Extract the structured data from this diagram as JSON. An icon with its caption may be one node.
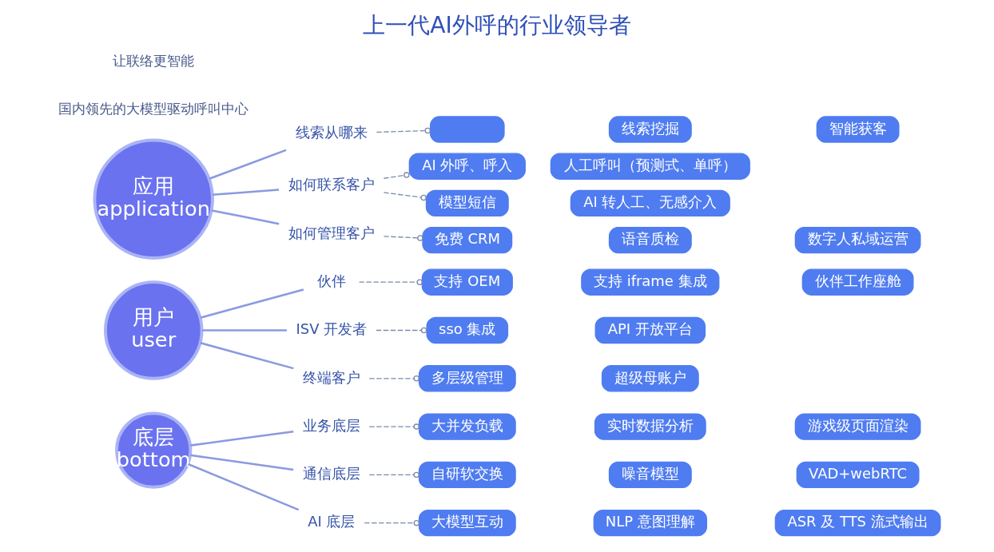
{
  "diagram": {
    "title": "上一代AI外呼的行业领导者",
    "nodes": [
      {
        "text": [
          "应用",
          "application"
        ]
      },
      {
        "text": [
          "线索从哪来"
        ]
      },
      {
        "text": [],
        "shape": "box"
      },
      {
        "text": [
          "线索挖掘"
        ]
      },
      {
        "text": [
          "智能获客"
        ]
      },
      {
        "text": [
          "如何联系客户"
        ]
      },
      {
        "text": [
          "AI 外呼、呼入"
        ]
      },
      {
        "text": [
          "人工呼叫（预测式、单呼）"
        ]
      },
      {
        "text": [
          "模型短信"
        ]
      },
      {
        "text": [
          "AI 转人工、无感介入"
        ]
      },
      {
        "text": [
          "如何管理客户"
        ]
      },
      {
        "text": [
          "免费 CRM"
        ]
      },
      {
        "text": [
          "语音质检"
        ]
      },
      {
        "text": [
          "数字人私域运营"
        ]
      },
      {
        "text": [
          "用户",
          "user"
        ]
      },
      {
        "text": [
          "伙伴"
        ]
      },
      {
        "text": [
          "支持 OEM"
        ]
      },
      {
        "text": [
          "支持 iframe 集成"
        ]
      },
      {
        "text": [
          "伙伴工作座舱"
        ]
      },
      {
        "text": [
          "ISV 开发者"
        ]
      },
      {
        "text": [
          "sso 集成"
        ]
      },
      {
        "text": [
          "API 开放平台"
        ]
      },
      {
        "text": [
          "终端客户"
        ]
      },
      {
        "text": [
          "多层级管理"
        ]
      },
      {
        "text": [
          "超级母账户"
        ]
      },
      {
        "text": [
          "底层",
          "bottom"
        ]
      },
      {
        "text": [
          "业务底层"
        ]
      },
      {
        "text": [
          "大并发负载"
        ]
      },
      {
        "text": [
          "实时数据分析"
        ]
      },
      {
        "text": [
          "游戏级页面渲染"
        ]
      },
      {
        "text": [
          "通信底层"
        ]
      },
      {
        "text": [
          "自研软交换"
        ]
      },
      {
        "text": [
          "噪音模型"
        ]
      },
      {
        "text": [
          "VAD+webRTC"
        ]
      },
      {
        "text": [
          "AI 底层"
        ]
      },
      {
        "text": [
          "大模型互动"
        ]
      },
      {
        "text": [
          "NLP 意图理解"
        ]
      },
      {
        "text": [
          "ASR 及 TTS 流式输出"
        ]
      }
    ],
    "edges": [
      {
        "from": 0,
        "to": 1,
        "arrow": "none"
      },
      {
        "from": 0,
        "to": 5,
        "arrow": "none"
      },
      {
        "from": 0,
        "to": 10,
        "arrow": "none"
      },
      {
        "from": 1,
        "to": 2,
        "arrow": "other",
        "style": "dashed"
      },
      {
        "from": 5,
        "to": 6,
        "arrow": "other",
        "style": "dashed"
      },
      {
        "from": 5,
        "to": 8,
        "arrow": "other",
        "style": "dashed"
      },
      {
        "from": 10,
        "to": 11,
        "arrow": "other",
        "style": "dashed"
      },
      {
        "from": 14,
        "to": 15,
        "arrow": "none"
      },
      {
        "from": 14,
        "to": 19,
        "arrow": "none"
      },
      {
        "from": 14,
        "to": 22,
        "arrow": "none"
      },
      {
        "from": 15,
        "to": 16,
        "arrow": "other",
        "style": "dashed"
      },
      {
        "from": 19,
        "to": 20,
        "arrow": "other",
        "style": "dashed"
      },
      {
        "from": 22,
        "to": 23,
        "arrow": "other",
        "style": "dashed"
      },
      {
        "from": 25,
        "to": 26,
        "arrow": "none"
      },
      {
        "from": 25,
        "to": 30,
        "arrow": "none"
      },
      {
        "from": 25,
        "to": 34,
        "arrow": "none"
      },
      {
        "from": 26,
        "to": 27,
        "arrow": "other",
        "style": "dashed"
      },
      {
        "from": 30,
        "to": 31,
        "arrow": "other",
        "style": "dashed"
      },
      {
        "from": 34,
        "to": 35,
        "arrow": "other",
        "style": "dashed"
      }
    ],
    "labels": [
      "国内领先的大模型驱动呼叫中心",
      "让联络更智能"
    ]
  }
}
